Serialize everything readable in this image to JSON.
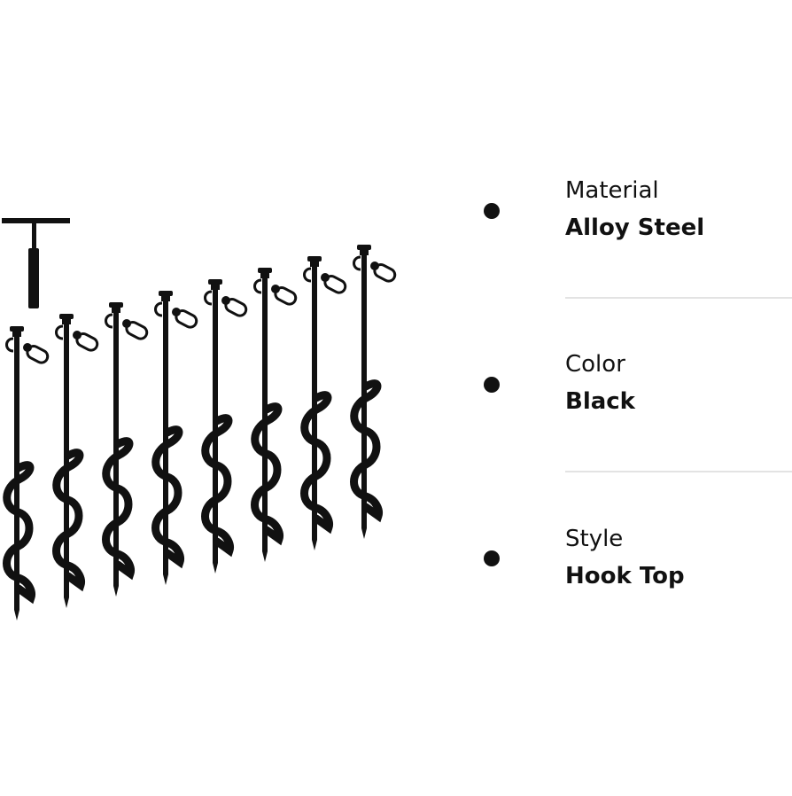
{
  "product_image": {
    "description": "8 black spiral ground stake anchors with swivel hook tops and a T-handle installation tool",
    "stake_count": 8,
    "tool": "T-handle",
    "color": "#111111"
  },
  "specs": [
    {
      "label": "Material",
      "value": "Alloy Steel"
    },
    {
      "label": "Color",
      "value": "Black"
    },
    {
      "label": "Style",
      "value": "Hook Top"
    }
  ],
  "colors": {
    "text": "#111111",
    "bullet": "#111111",
    "divider": "#e3e3e3",
    "background": "#ffffff"
  }
}
